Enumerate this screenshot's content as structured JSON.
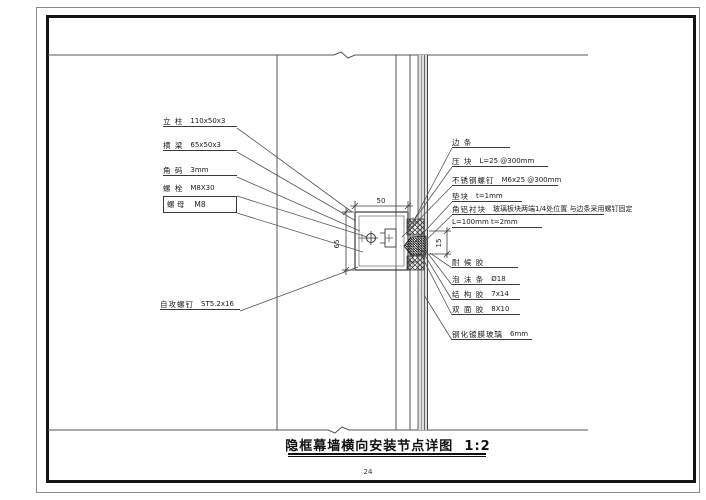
{
  "title": {
    "text": "隐框幕墙横向安装节点详图",
    "scale": "1:2"
  },
  "page_number": "24",
  "labels_left": [
    {
      "name": "立 柱",
      "value": "110x50x3"
    },
    {
      "name": "横 梁",
      "value": "65x50x3"
    },
    {
      "name": "角 码",
      "value": "3mm"
    },
    {
      "name": "螺 栓",
      "value": "M8X30"
    },
    {
      "name": "螺 母",
      "value": "M8"
    },
    {
      "name": "自攻螺钉",
      "value": "ST5.2x16"
    }
  ],
  "labels_right": [
    {
      "name": "边 条",
      "value": ""
    },
    {
      "name": "压 块",
      "value": "L=25 @300mm"
    },
    {
      "name": "不锈钢螺钉",
      "value": "M6x25 @300mm"
    },
    {
      "name": "垫块",
      "value": "t=1mm"
    },
    {
      "name": "角铝衬块",
      "value": "玻璃板块两端1/4处位置  与边条采用螺钉固定"
    },
    {
      "name": "",
      "value": "L=100mm t=2mm"
    },
    {
      "name": "耐 候 胶",
      "value": ""
    },
    {
      "name": "泡 沫 条",
      "value": "Ø18"
    },
    {
      "name": "结 构 胶",
      "value": "7x14"
    },
    {
      "name": "双 面 胶",
      "value": "8X10"
    },
    {
      "name": "钢化镀膜玻璃",
      "value": "6mm"
    }
  ],
  "dimensions": {
    "profile_width": "50",
    "profile_height": "65",
    "glass_offset": "15"
  },
  "colors": {
    "line": "#3a3a3a",
    "thin_line": "#777777",
    "glass_fill": "#dedede",
    "hatch": "#2a2a2a",
    "border": "#141414"
  }
}
